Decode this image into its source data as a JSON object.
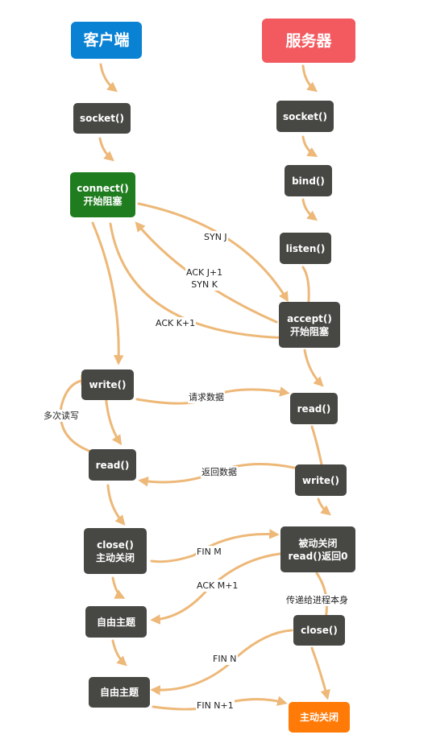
{
  "titles": {
    "client": "客户端",
    "server": "服务器"
  },
  "client": {
    "socket": "socket()",
    "connect": "connect()",
    "connect_block": "开始阻塞",
    "write": "write()",
    "read": "read()",
    "close": "close()",
    "close_sub": "主动关闭",
    "free1": "自由主题",
    "free2": "自由主题"
  },
  "server": {
    "socket": "socket()",
    "bind": "bind()",
    "listen": "listen()",
    "accept": "accept()",
    "accept_block": "开始阻塞",
    "read": "read()",
    "write": "write()",
    "passive_close": "被动关闭",
    "read_return": "read()返回0",
    "close": "close()",
    "active_close": "主动关闭"
  },
  "labels": {
    "syn_j": "SYN J",
    "ack_j1": "ACK J+1",
    "syn_k": "SYN K",
    "ack_k1": "ACK K+1",
    "multi_rw": "多次读写",
    "request_data": "请求数据",
    "return_data": "返回数据",
    "fin_m": "FIN M",
    "ack_m1": "ACK M+1",
    "pass_to_process": "传递给进程本身",
    "fin_n": "FIN N",
    "fin_n1": "FIN N+1"
  },
  "colors": {
    "arrow": "#edb878",
    "node": "#474744",
    "client_title": "#0a82d4",
    "server_title": "#f25a60",
    "connect": "#1f7d1f",
    "active_close": "#ff7a06"
  }
}
